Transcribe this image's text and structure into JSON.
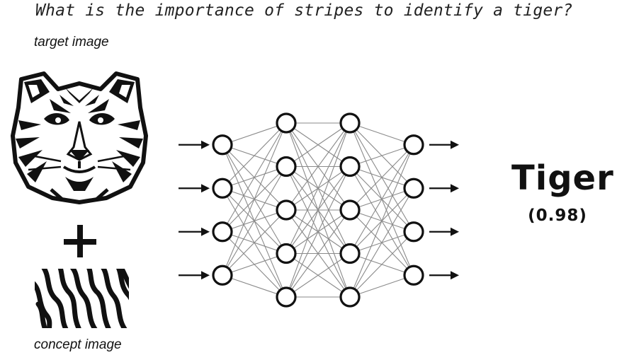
{
  "question": "What is the importance of stripes to identify a tiger?",
  "target_caption": "target image",
  "concept_caption": "concept image",
  "prediction": {
    "label": "Tiger",
    "score": "(0.98)"
  },
  "network": {
    "layer_sizes": [
      4,
      5,
      5,
      4
    ]
  },
  "colors": {
    "ink": "#111111",
    "edge": "#8a8a8a",
    "background": "#ffffff"
  }
}
